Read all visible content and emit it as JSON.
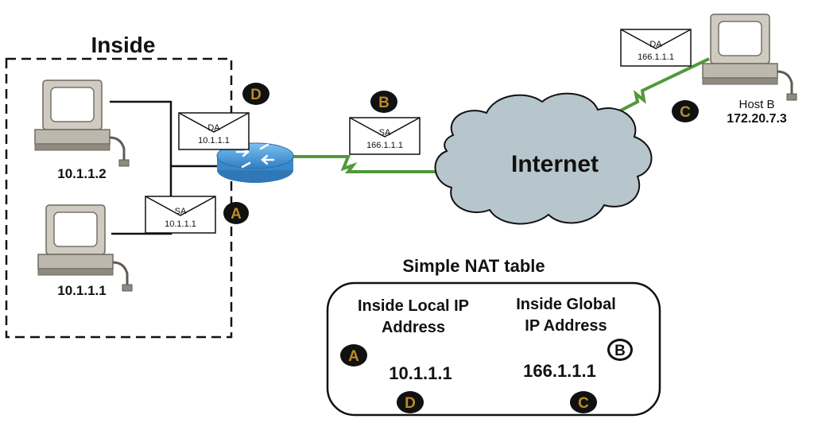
{
  "inside_label": "Inside",
  "hosts": {
    "host_upper": {
      "ip": "10.1.1.2"
    },
    "host_lower": {
      "ip": "10.1.1.1"
    },
    "host_b": {
      "name": "Host B",
      "ip": "172.20.7.3"
    }
  },
  "cloud_label": "Internet",
  "packets": {
    "a": {
      "field": "SA",
      "value": "10.1.1.1"
    },
    "b": {
      "field": "SA",
      "value": "166.1.1.1"
    },
    "c": {
      "field": "DA",
      "value": "166.1.1.1"
    },
    "d": {
      "field": "DA",
      "value": "10.1.1.1"
    }
  },
  "markers": {
    "a": "A",
    "b": "B",
    "c": "C",
    "d": "D"
  },
  "nat_table": {
    "title": "Simple NAT table",
    "col_local_line1": "Inside Local IP",
    "col_local_line2": "Address",
    "col_global_line1": "Inside Global",
    "col_global_line2": "IP Address",
    "local_value": "10.1.1.1",
    "global_value": "166.1.1.1"
  },
  "colors": {
    "link_green": "#4f9a3a",
    "router_blue": "#3d8fd0",
    "cloud_fill": "#b7c6cc",
    "marker_fill": "#111111",
    "marker_text": "#b98a2a",
    "monitor_fill": "#c9c5bb"
  }
}
